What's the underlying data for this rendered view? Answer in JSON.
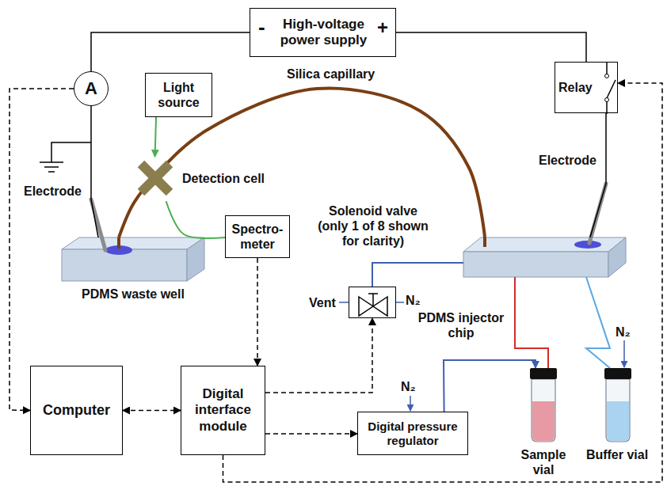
{
  "diagram": {
    "nodes": [
      {
        "text": [
          "-",
          "High-voltage power supply",
          "+"
        ]
      },
      {
        "text": [
          "A"
        ]
      },
      {
        "text": [
          "Light source"
        ]
      },
      {
        "text": [
          "Relay"
        ]
      },
      {
        "text": [
          "Detection cell"
        ]
      },
      {
        "text": [
          "Spectro- meter"
        ]
      },
      {
        "text": [
          "Solenoid valve (only 1 of 8 shown for clarity)"
        ]
      },
      {
        "text": [
          "PDMS waste well"
        ]
      },
      {
        "text": [
          "PDMS injector chip"
        ]
      },
      {
        "text": [
          "Computer"
        ]
      },
      {
        "text": [
          "Digital interface module"
        ]
      },
      {
        "text": [
          "Digital pressure regulator"
        ]
      },
      {
        "text": [
          "Sample vial"
        ]
      },
      {
        "text": [
          "Buffer vial"
        ]
      }
    ],
    "edges": [
      {
        "from": 0,
        "to": 1,
        "arrow": "none"
      },
      {
        "from": 0,
        "to": 3,
        "arrow": "none"
      },
      {
        "from": 3,
        "to": 8,
        "arrow": "none"
      },
      {
        "from": 1,
        "to": 7,
        "arrow": "none"
      },
      {
        "from": 1,
        "to": 9,
        "arrow": "to"
      },
      {
        "from": 2,
        "to": 4,
        "arrow": "to"
      },
      {
        "from": 4,
        "to": 5,
        "arrow": "none"
      },
      {
        "from": 7,
        "to": 8,
        "label": "Silica capillary",
        "arrow": "none"
      },
      {
        "from": 5,
        "to": 10,
        "arrow": "to"
      },
      {
        "from": 9,
        "to": 10,
        "arrow": "both"
      },
      {
        "from": 10,
        "to": 6,
        "arrow": "to"
      },
      {
        "from": 10,
        "to": 11,
        "arrow": "to"
      },
      {
        "from": 10,
        "to": 3,
        "arrow": "to"
      },
      {
        "from": 6,
        "to": 8,
        "arrow": "none"
      },
      {
        "from": 11,
        "to": 12,
        "arrow": "to"
      },
      {
        "from": 12,
        "to": 8,
        "arrow": "none"
      },
      {
        "from": 13,
        "to": 8,
        "arrow": "none"
      }
    ],
    "labels": [
      "Electrode",
      "Electrode",
      "Vent",
      "N₂",
      "N₂",
      "N₂"
    ]
  }
}
